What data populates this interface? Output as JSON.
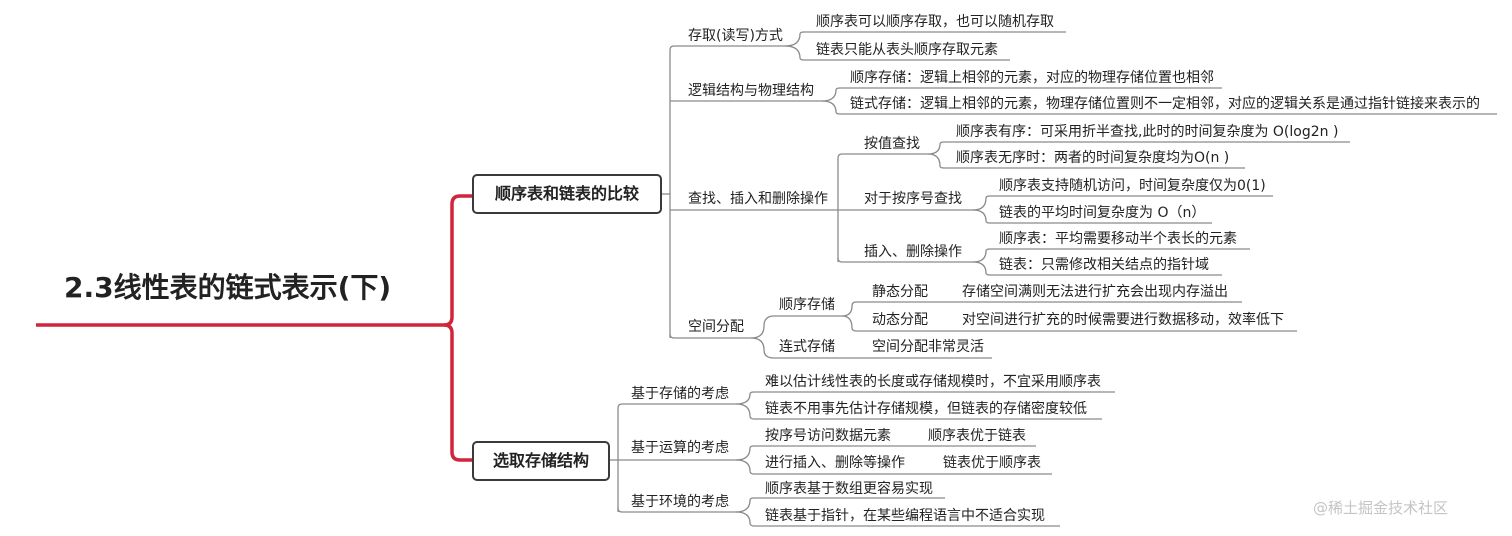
{
  "root": "2.3线性表的链式表示(下)",
  "sec1": {
    "title": "顺序表和链表的比较",
    "access": {
      "label": "存取(读写)方式",
      "items": [
        "顺序表可以顺序存取，也可以随机存取",
        "链表只能从表头顺序存取元素"
      ]
    },
    "logic": {
      "label": "逻辑结构与物理结构",
      "items": [
        "顺序存储：逻辑上相邻的元素，对应的物理存储位置也相邻",
        "链式存储：逻辑上相邻的元素，物理存储位置则不一定相邻，对应的逻辑关系是通过指针链接来表示的"
      ]
    },
    "ops": {
      "label": "查找、插入和删除操作",
      "byValue": {
        "label": "按值查找",
        "items": [
          "顺序表有序：可采用折半查找,此时的时间复杂度为 O(log2n )",
          "顺序表无序时：两者的时间复杂度均为O(n )"
        ]
      },
      "byIndex": {
        "label": "对于按序号查找",
        "items": [
          "顺序表支持随机访问，时间复杂度仅为0(1)",
          "链表的平均时间复杂度为 O（n）"
        ]
      },
      "insdel": {
        "label": "插入、删除操作",
        "items": [
          "顺序表：平均需要移动半个表长的元素",
          "链表：只需修改相关结点的指针域"
        ]
      }
    },
    "space": {
      "label": "空间分配",
      "seq": {
        "label": "顺序存储",
        "static": {
          "label": "静态分配",
          "item": "存储空间满则无法进行扩充会出现内存溢出"
        },
        "dynamic": {
          "label": "动态分配",
          "item": "对空间进行扩充的时候需要进行数据移动，效率低下"
        }
      },
      "linked": {
        "label": "连式存储",
        "item": "空间分配非常灵活"
      }
    }
  },
  "sec2": {
    "title": "选取存储结构",
    "storage": {
      "label": "基于存储的考虑",
      "items": [
        "难以估计线性表的长度或存储规模时，不宜采用顺序表",
        "链表不用事先估计存储规模，但链表的存储密度较低"
      ]
    },
    "compute": {
      "label": "基于运算的考虑",
      "r1": {
        "a": "按序号访问数据元素",
        "b": "顺序表优于链表"
      },
      "r2": {
        "a": "进行插入、删除等操作",
        "b": "链表优于顺序表"
      }
    },
    "env": {
      "label": "基于环境的考虑",
      "items": [
        "顺序表基于数组更容易实现",
        "链表基于指针，在某些编程语言中不适合实现"
      ]
    }
  },
  "watermark": "@稀土掘金技术社区",
  "colors": {
    "main_branch": "#d0253a",
    "line": "#8a8a8a"
  }
}
